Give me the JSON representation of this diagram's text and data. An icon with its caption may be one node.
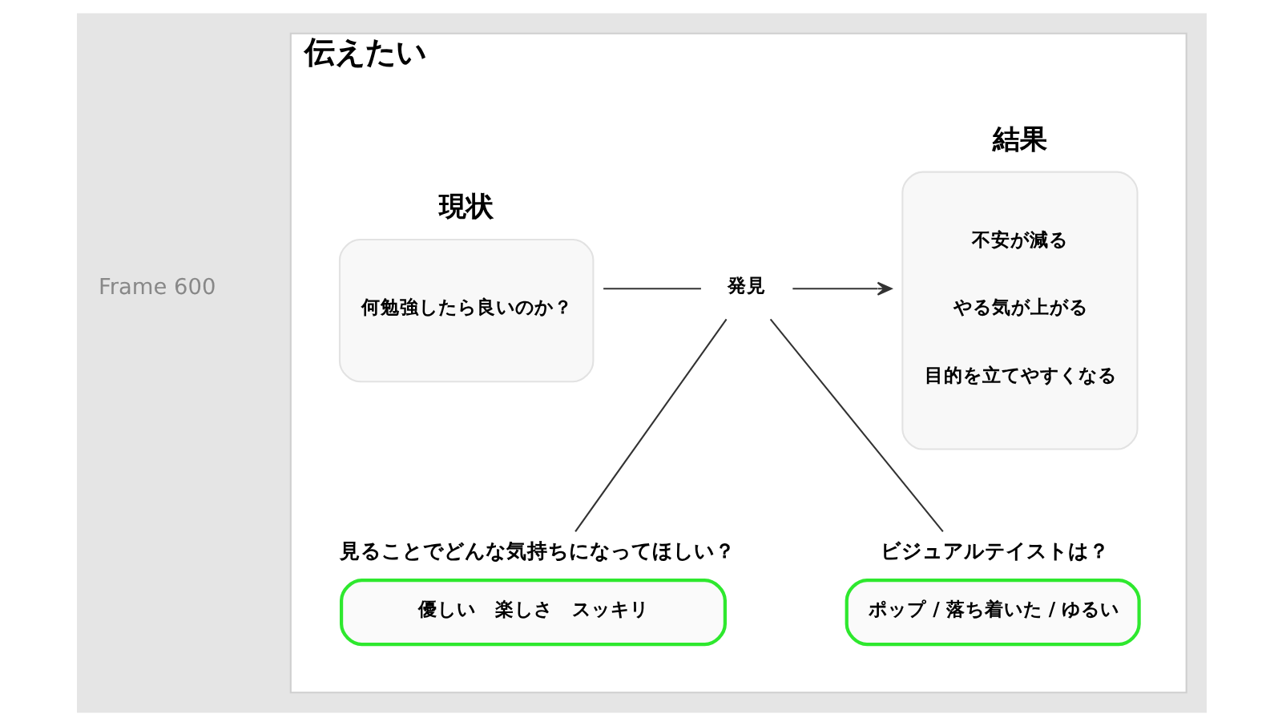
{
  "diagram": {
    "nodes": [
      {
        "text": [
          "伝えたい"
        ]
      },
      {
        "text": [
          "現状",
          "何勉強したら良いのか？"
        ],
        "in": 0
      },
      {
        "text": [
          "発見"
        ],
        "in": 0
      },
      {
        "text": [
          "結果",
          "不安が減る",
          "やる気が上がる",
          "目的を立てやすくなる"
        ],
        "in": 0
      },
      {
        "text": [
          "見ることでどんな気持ちになってほしい？",
          "優しい　楽しさ　スッキリ"
        ],
        "in": 0
      },
      {
        "text": [
          "ビジュアルテイストは？",
          "ポップ / 落ち着いた / ゆるい"
        ],
        "in": 0
      }
    ],
    "edges": [
      {
        "from": 1,
        "to": 2,
        "arrow": "none"
      },
      {
        "from": 2,
        "to": 3,
        "arrow": "to"
      },
      {
        "from": 2,
        "to": 4,
        "arrow": "none"
      },
      {
        "from": 2,
        "to": 5,
        "arrow": "none"
      }
    ],
    "labels": [
      "Frame 600"
    ]
  }
}
